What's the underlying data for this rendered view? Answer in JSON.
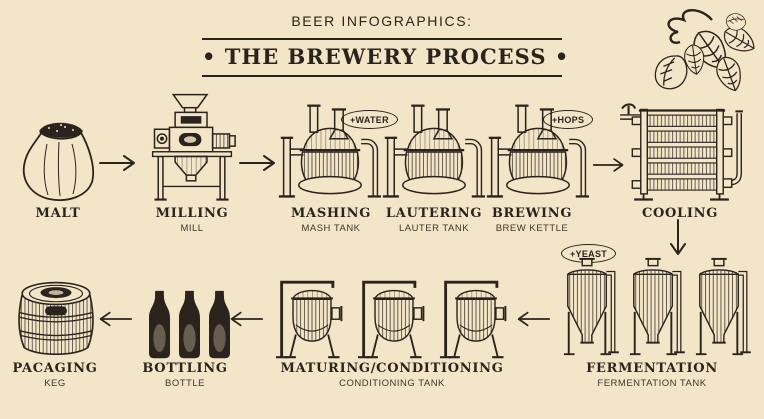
{
  "colors": {
    "background": "#f3e5c7",
    "ink": "#2b241e"
  },
  "header": {
    "kicker": "BEER INFOGRAPHICS:",
    "title": "• THE BREWERY PROCESS •"
  },
  "decor": {
    "corner_icon": "hops-branch"
  },
  "steps": {
    "malt": {
      "label": "MALT",
      "icon": "malt-sack"
    },
    "milling": {
      "label": "MILLING",
      "sublabel": "MILL",
      "icon": "grain-mill"
    },
    "mashing": {
      "label": "MASHING",
      "sublabel": "MASH TANK",
      "badge": "+WATER",
      "icon": "brew-kettle"
    },
    "lautering": {
      "label": "LAUTERING",
      "sublabel": "LAUTER TANK",
      "icon": "brew-kettle"
    },
    "brewing": {
      "label": "BREWING",
      "sublabel": "BREW KETTLE",
      "badge": "+HOPS",
      "icon": "brew-kettle"
    },
    "cooling": {
      "label": "COOLING",
      "icon": "heat-exchanger"
    },
    "fermentation": {
      "label": "FERMENTATION",
      "sublabel": "FERMENTATION TANK",
      "badge": "+YEAST",
      "icon": "fermentation-tanks"
    },
    "maturing": {
      "label": "MATURING/CONDITIONING",
      "sublabel": "CONDITIONING TANK",
      "icon": "conditioning-tanks"
    },
    "bottling": {
      "label": "BOTTLING",
      "sublabel": "BOTTLE",
      "icon": "beer-bottles"
    },
    "packaging": {
      "label": "PACAGING",
      "sublabel": "KEG",
      "icon": "beer-keg"
    }
  },
  "flow": {
    "top_row_left_to_right": [
      "malt",
      "milling",
      "mashing",
      "lautering",
      "brewing",
      "cooling"
    ],
    "bottom_row_right_to_left": [
      "fermentation",
      "maturing",
      "bottling",
      "packaging"
    ]
  }
}
